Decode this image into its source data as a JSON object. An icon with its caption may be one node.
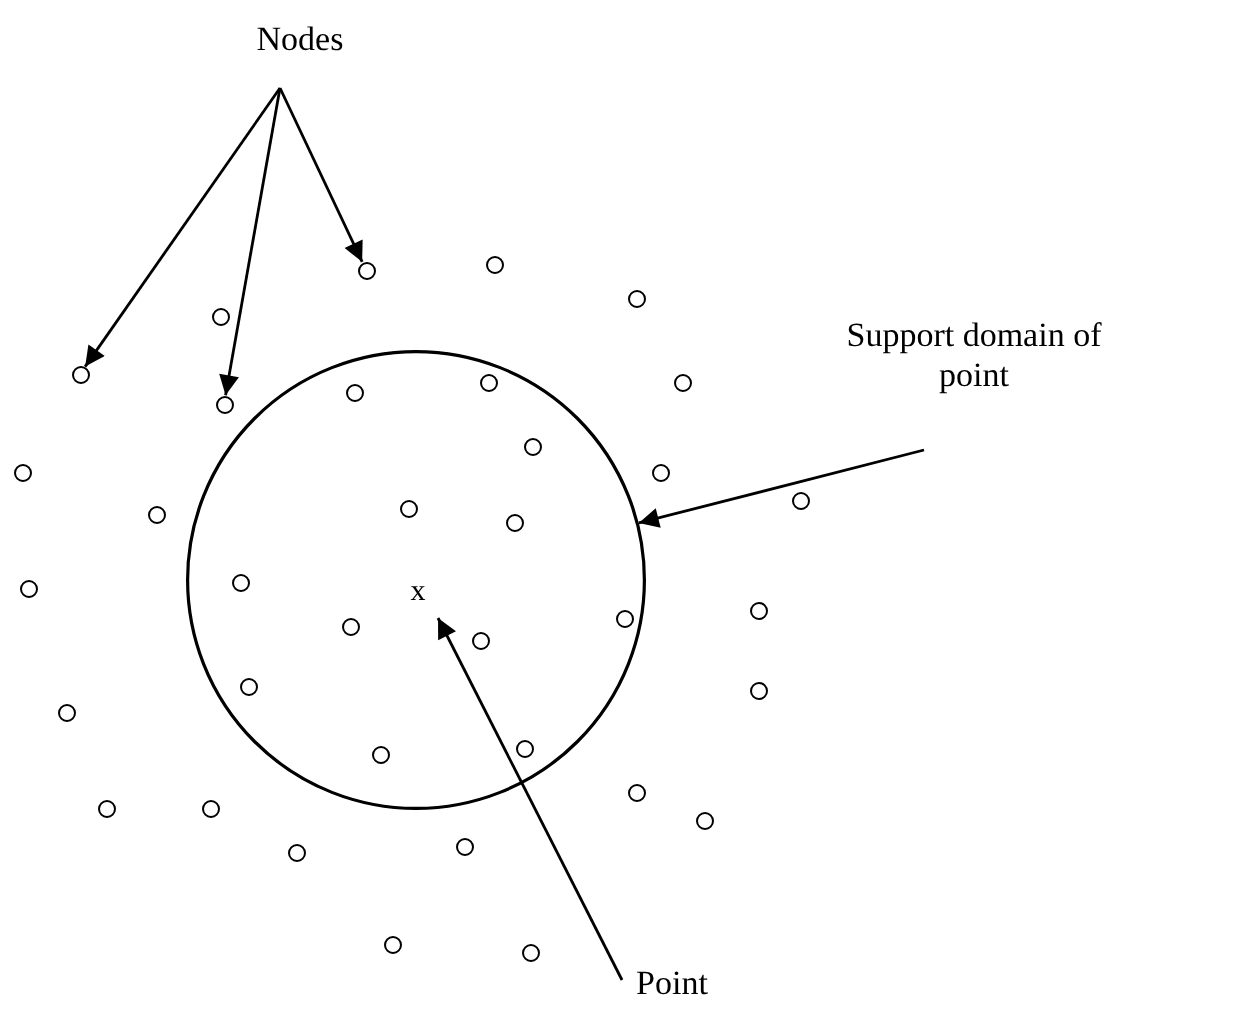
{
  "diagram": {
    "nodes": [
      {
        "text": [
          "Nodes"
        ]
      },
      {
        "text": [
          "Support domain of point"
        ]
      },
      {
        "text": [],
        "shape": "circle"
      },
      {
        "text": [
          "x"
        ],
        "in": 2
      },
      {
        "text": [
          "Point"
        ]
      },
      {
        "text": [],
        "shape": "circle"
      },
      {
        "text": [],
        "shape": "circle"
      },
      {
        "text": [],
        "shape": "circle"
      },
      {
        "text": [],
        "shape": "circle"
      },
      {
        "text": [],
        "shape": "circle"
      },
      {
        "text": [],
        "shape": "circle",
        "in": 2
      },
      {
        "text": [],
        "shape": "circle"
      },
      {
        "text": [],
        "shape": "circle",
        "in": 2
      },
      {
        "text": [],
        "shape": "circle"
      },
      {
        "text": [],
        "shape": "circle",
        "in": 2
      },
      {
        "text": [],
        "shape": "circle"
      },
      {
        "text": [],
        "shape": "circle"
      },
      {
        "text": [],
        "shape": "circle"
      },
      {
        "text": [],
        "shape": "circle",
        "in": 2
      },
      {
        "text": [],
        "shape": "circle"
      },
      {
        "text": [],
        "shape": "circle",
        "in": 2
      },
      {
        "text": [],
        "shape": "circle",
        "in": 2
      },
      {
        "text": [],
        "shape": "circle"
      },
      {
        "text": [],
        "shape": "circle"
      },
      {
        "text": [],
        "shape": "circle",
        "in": 2
      },
      {
        "text": [],
        "shape": "circle",
        "in": 2
      },
      {
        "text": [],
        "shape": "circle",
        "in": 2
      },
      {
        "text": [],
        "shape": "circle",
        "in": 2
      },
      {
        "text": [],
        "shape": "circle"
      },
      {
        "text": [],
        "shape": "circle"
      },
      {
        "text": [],
        "shape": "circle",
        "in": 2
      },
      {
        "text": [],
        "shape": "circle",
        "in": 2
      },
      {
        "text": [],
        "shape": "circle"
      },
      {
        "text": [],
        "shape": "circle"
      },
      {
        "text": [],
        "shape": "circle"
      },
      {
        "text": [],
        "shape": "circle"
      },
      {
        "text": [],
        "shape": "circle"
      },
      {
        "text": [],
        "shape": "circle"
      },
      {
        "text": [],
        "shape": "circle"
      },
      {
        "text": [],
        "shape": "circle"
      }
    ],
    "edges": [
      {
        "from": 0,
        "to": 9,
        "arrow": "to"
      },
      {
        "from": 0,
        "to": 13,
        "arrow": "to"
      },
      {
        "from": 0,
        "to": 6,
        "arrow": "to"
      },
      {
        "from": 1,
        "to": 2,
        "arrow": "to"
      },
      {
        "from": 4,
        "to": 3,
        "arrow": "to"
      }
    ]
  }
}
